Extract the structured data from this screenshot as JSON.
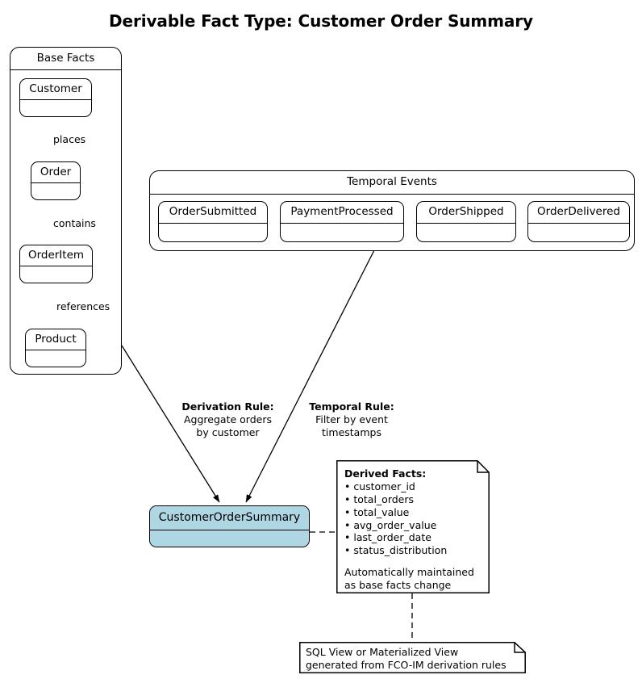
{
  "title": "Derivable Fact Type: Customer Order Summary",
  "colors": {
    "stroke": "#000000",
    "background": "#ffffff",
    "derived_fill": "#aed6e3"
  },
  "base_facts": {
    "title": "Base Facts",
    "entities": [
      {
        "name": "Customer"
      },
      {
        "name": "Order"
      },
      {
        "name": "OrderItem"
      },
      {
        "name": "Product"
      }
    ],
    "relationships": [
      {
        "label": "places",
        "from": "Customer",
        "to": "Order"
      },
      {
        "label": "contains",
        "from": "Order",
        "to": "OrderItem"
      },
      {
        "label": "references",
        "from": "OrderItem",
        "to": "Product"
      }
    ]
  },
  "temporal_events": {
    "title": "Temporal Events",
    "entities": [
      {
        "name": "OrderSubmitted"
      },
      {
        "name": "PaymentProcessed"
      },
      {
        "name": "OrderShipped"
      },
      {
        "name": "OrderDelivered"
      }
    ]
  },
  "rules": [
    {
      "head": "Derivation Rule:",
      "line1": "Aggregate orders",
      "line2": "by customer"
    },
    {
      "head": "Temporal Rule:",
      "line1": "Filter by event",
      "line2": "timestamps"
    }
  ],
  "derived_entity": {
    "name": "CustomerOrderSummary"
  },
  "derived_facts_note": {
    "head": "Derived Facts:",
    "bullets": [
      "customer_id",
      "total_orders",
      "total_value",
      "avg_order_value",
      "last_order_date",
      "status_distribution"
    ],
    "footer_line1": "Automatically maintained",
    "footer_line2": "as base facts change"
  },
  "sql_note": {
    "line1": "SQL View or Materialized View",
    "line2": "generated from FCO-IM derivation rules"
  }
}
